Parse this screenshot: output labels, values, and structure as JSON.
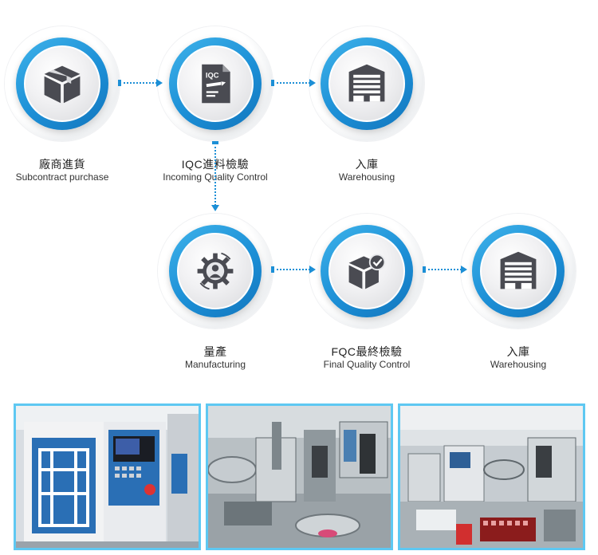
{
  "steps": [
    {
      "zh": "廠商進貨",
      "en": "Subcontract purchase",
      "icon": "box-icon"
    },
    {
      "zh": "IQC進料檢驗",
      "en": "Incoming Quality Control",
      "icon": "iqc-document-icon",
      "icon_text": "IQC"
    },
    {
      "zh": "入庫",
      "en": "Warehousing",
      "icon": "warehouse-icon"
    },
    {
      "zh": "量產",
      "en": "Manufacturing",
      "icon": "gear-worker-icon"
    },
    {
      "zh": "FQC最終檢驗",
      "en": "Final Quality Control",
      "icon": "box-check-icon"
    },
    {
      "zh": "入庫",
      "en": "Warehousing",
      "icon": "warehouse-icon"
    }
  ],
  "photos": [
    {
      "name": "cnc-machine-photo"
    },
    {
      "name": "assembly-machine-photo"
    },
    {
      "name": "production-line-photo"
    }
  ],
  "colors": {
    "accent": "#1c8fd6",
    "icon": "#4a4b52",
    "photo_border": "#5ec8f2"
  }
}
